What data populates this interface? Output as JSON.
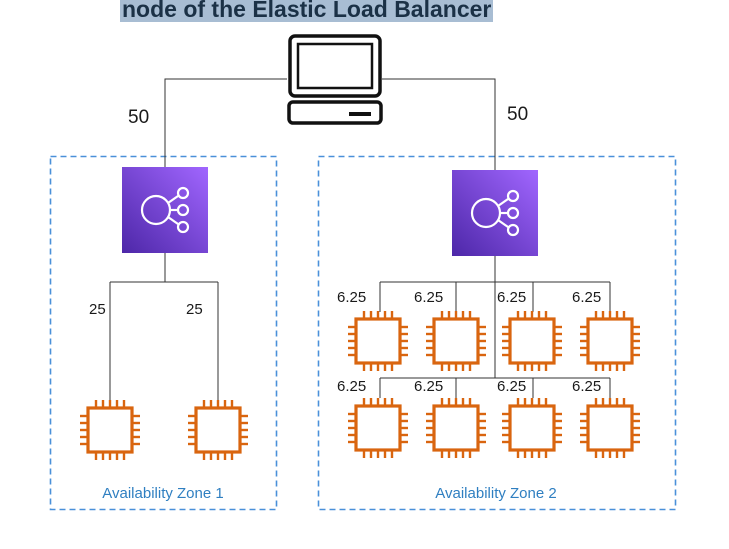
{
  "title": "node of the Elastic Load Balancer",
  "client": {
    "icon": "client-computer-icon"
  },
  "load_balancer": {
    "icon": "elastic-load-balancer-icon",
    "color": "#7b3fe4"
  },
  "instance": {
    "icon": "ec2-instance-chip-icon",
    "color": "#d9650f"
  },
  "zones": [
    {
      "label": "Availability Zone 1",
      "traffic": "50",
      "instance_traffic": [
        "25",
        "25"
      ]
    },
    {
      "label": "Availability Zone 2",
      "traffic": "50",
      "instance_traffic": [
        "6.25",
        "6.25",
        "6.25",
        "6.25",
        "6.25",
        "6.25",
        "6.25",
        "6.25"
      ]
    }
  ],
  "colors": {
    "zone_border": "#4a90d9",
    "zone_label": "#2f7fc1",
    "title_bg": "#a8bdd3",
    "title_text": "#1b3146"
  }
}
